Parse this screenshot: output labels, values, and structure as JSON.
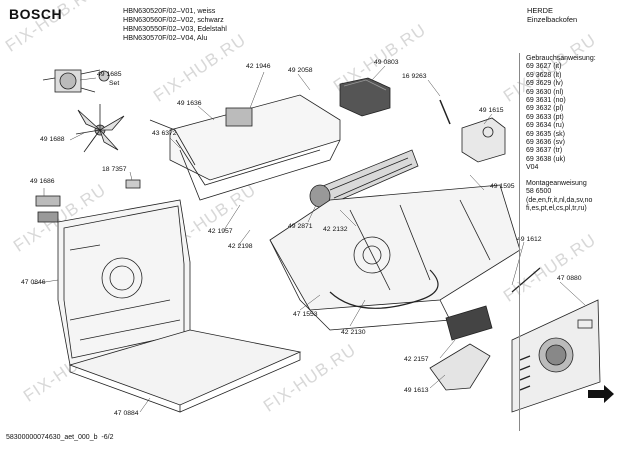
{
  "header": {
    "brand": "BOSCH",
    "models": [
      "HBN630520F/02–V01, weiss",
      "HBN630560F/02–V02, schwarz",
      "HBN630550F/02–V03, Edelstahl",
      "HBN630570F/02–V04, Alu"
    ],
    "product_category": "HERDE",
    "product_type": "Einzelbackofen"
  },
  "side_panel": {
    "manual_title": "Gebrauchsanweisung:",
    "manuals": [
      "69 3627 (it)",
      "69 3628 (lt)",
      "69 3629 (lv)",
      "69 3630 (nl)",
      "69 3631 (no)",
      "69 3632 (pl)",
      "69 3633 (pt)",
      "69 3634 (ru)",
      "69 3635 (sk)",
      "69 3636 (sv)",
      "69 3637 (tr)",
      "69 3638 (uk)"
    ],
    "version": "V04",
    "install_title": "Montageanweisung",
    "install_number": "58 6500",
    "install_langs_1": "(de,en,fr,it,nl,da,sv,no",
    "install_langs_2": "fi,es,pt,el,cs,pl,tr,ru)"
  },
  "footer": {
    "doc_id": "58300000074630_aet_000_b",
    "page": "6/2"
  },
  "watermark": "FIX-HUB.RU",
  "part_labels": [
    {
      "id": "p-491685",
      "text": "49 1685"
    },
    {
      "id": "p-set",
      "text": "Set"
    },
    {
      "id": "p-491688",
      "text": "49 1688"
    },
    {
      "id": "p-421946",
      "text": "42 1946"
    },
    {
      "id": "p-492058",
      "text": "49 2058"
    },
    {
      "id": "p-491636",
      "text": "49 1636"
    },
    {
      "id": "p-490803",
      "text": "49 0803"
    },
    {
      "id": "p-169263",
      "text": "16 9263"
    },
    {
      "id": "p-491615",
      "text": "49 1615"
    },
    {
      "id": "p-436372",
      "text": "43 6372"
    },
    {
      "id": "p-187357",
      "text": "18 7357"
    },
    {
      "id": "p-491686",
      "text": "49 1686"
    },
    {
      "id": "p-491595",
      "text": "49 1595"
    },
    {
      "id": "p-421957",
      "text": "42 1957"
    },
    {
      "id": "p-492871",
      "text": "49 2871"
    },
    {
      "id": "p-422132",
      "text": "42 2132"
    },
    {
      "id": "p-422198",
      "text": "42 2198"
    },
    {
      "id": "p-491612",
      "text": "49 1612"
    },
    {
      "id": "p-470846",
      "text": "47 0846"
    },
    {
      "id": "p-471553",
      "text": "47 1553"
    },
    {
      "id": "p-470880",
      "text": "47 0880"
    },
    {
      "id": "p-422130",
      "text": "42 2130"
    },
    {
      "id": "p-422157",
      "text": "42 2157"
    },
    {
      "id": "p-491613",
      "text": "49 1613"
    },
    {
      "id": "p-470884",
      "text": "47 0884"
    }
  ]
}
